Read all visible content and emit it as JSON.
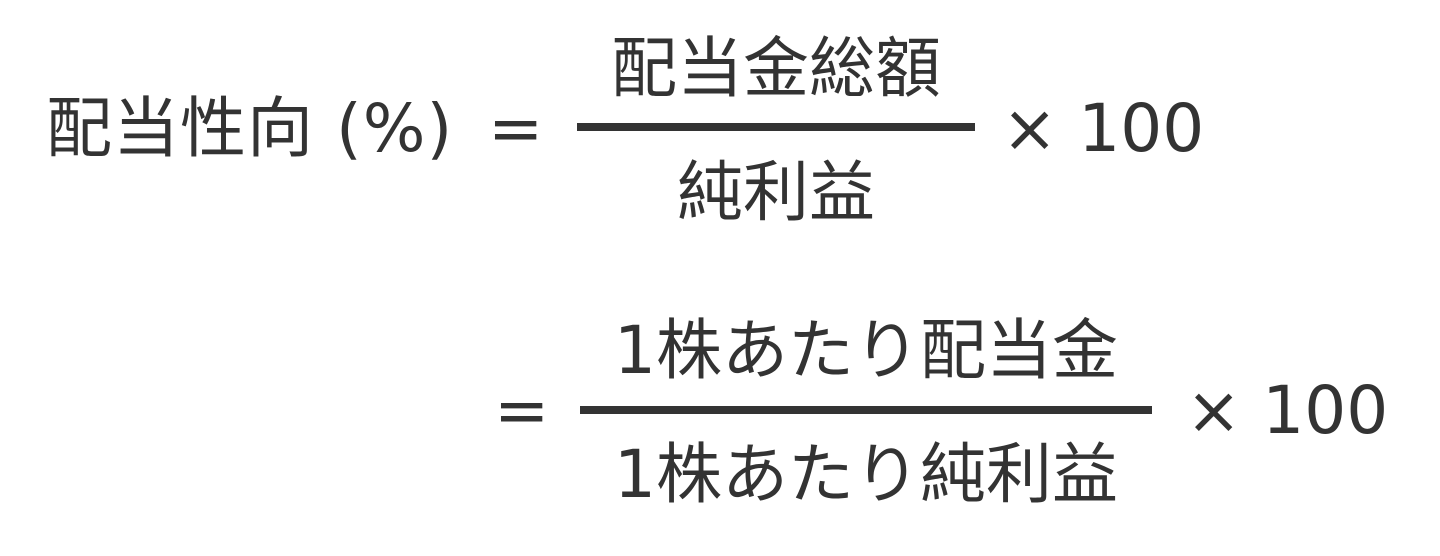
{
  "formula": {
    "line1": {
      "lhs": "配当性向 (%)",
      "equals": "=",
      "numerator": "配当金総額",
      "denominator": "純利益",
      "multiplier": "× 100"
    },
    "line2": {
      "equals": "=",
      "numerator": "1株あたり配当金",
      "denominator": "1株あたり純利益",
      "multiplier": "× 100"
    }
  },
  "colors": {
    "text": "#333333",
    "background": "#ffffff"
  }
}
